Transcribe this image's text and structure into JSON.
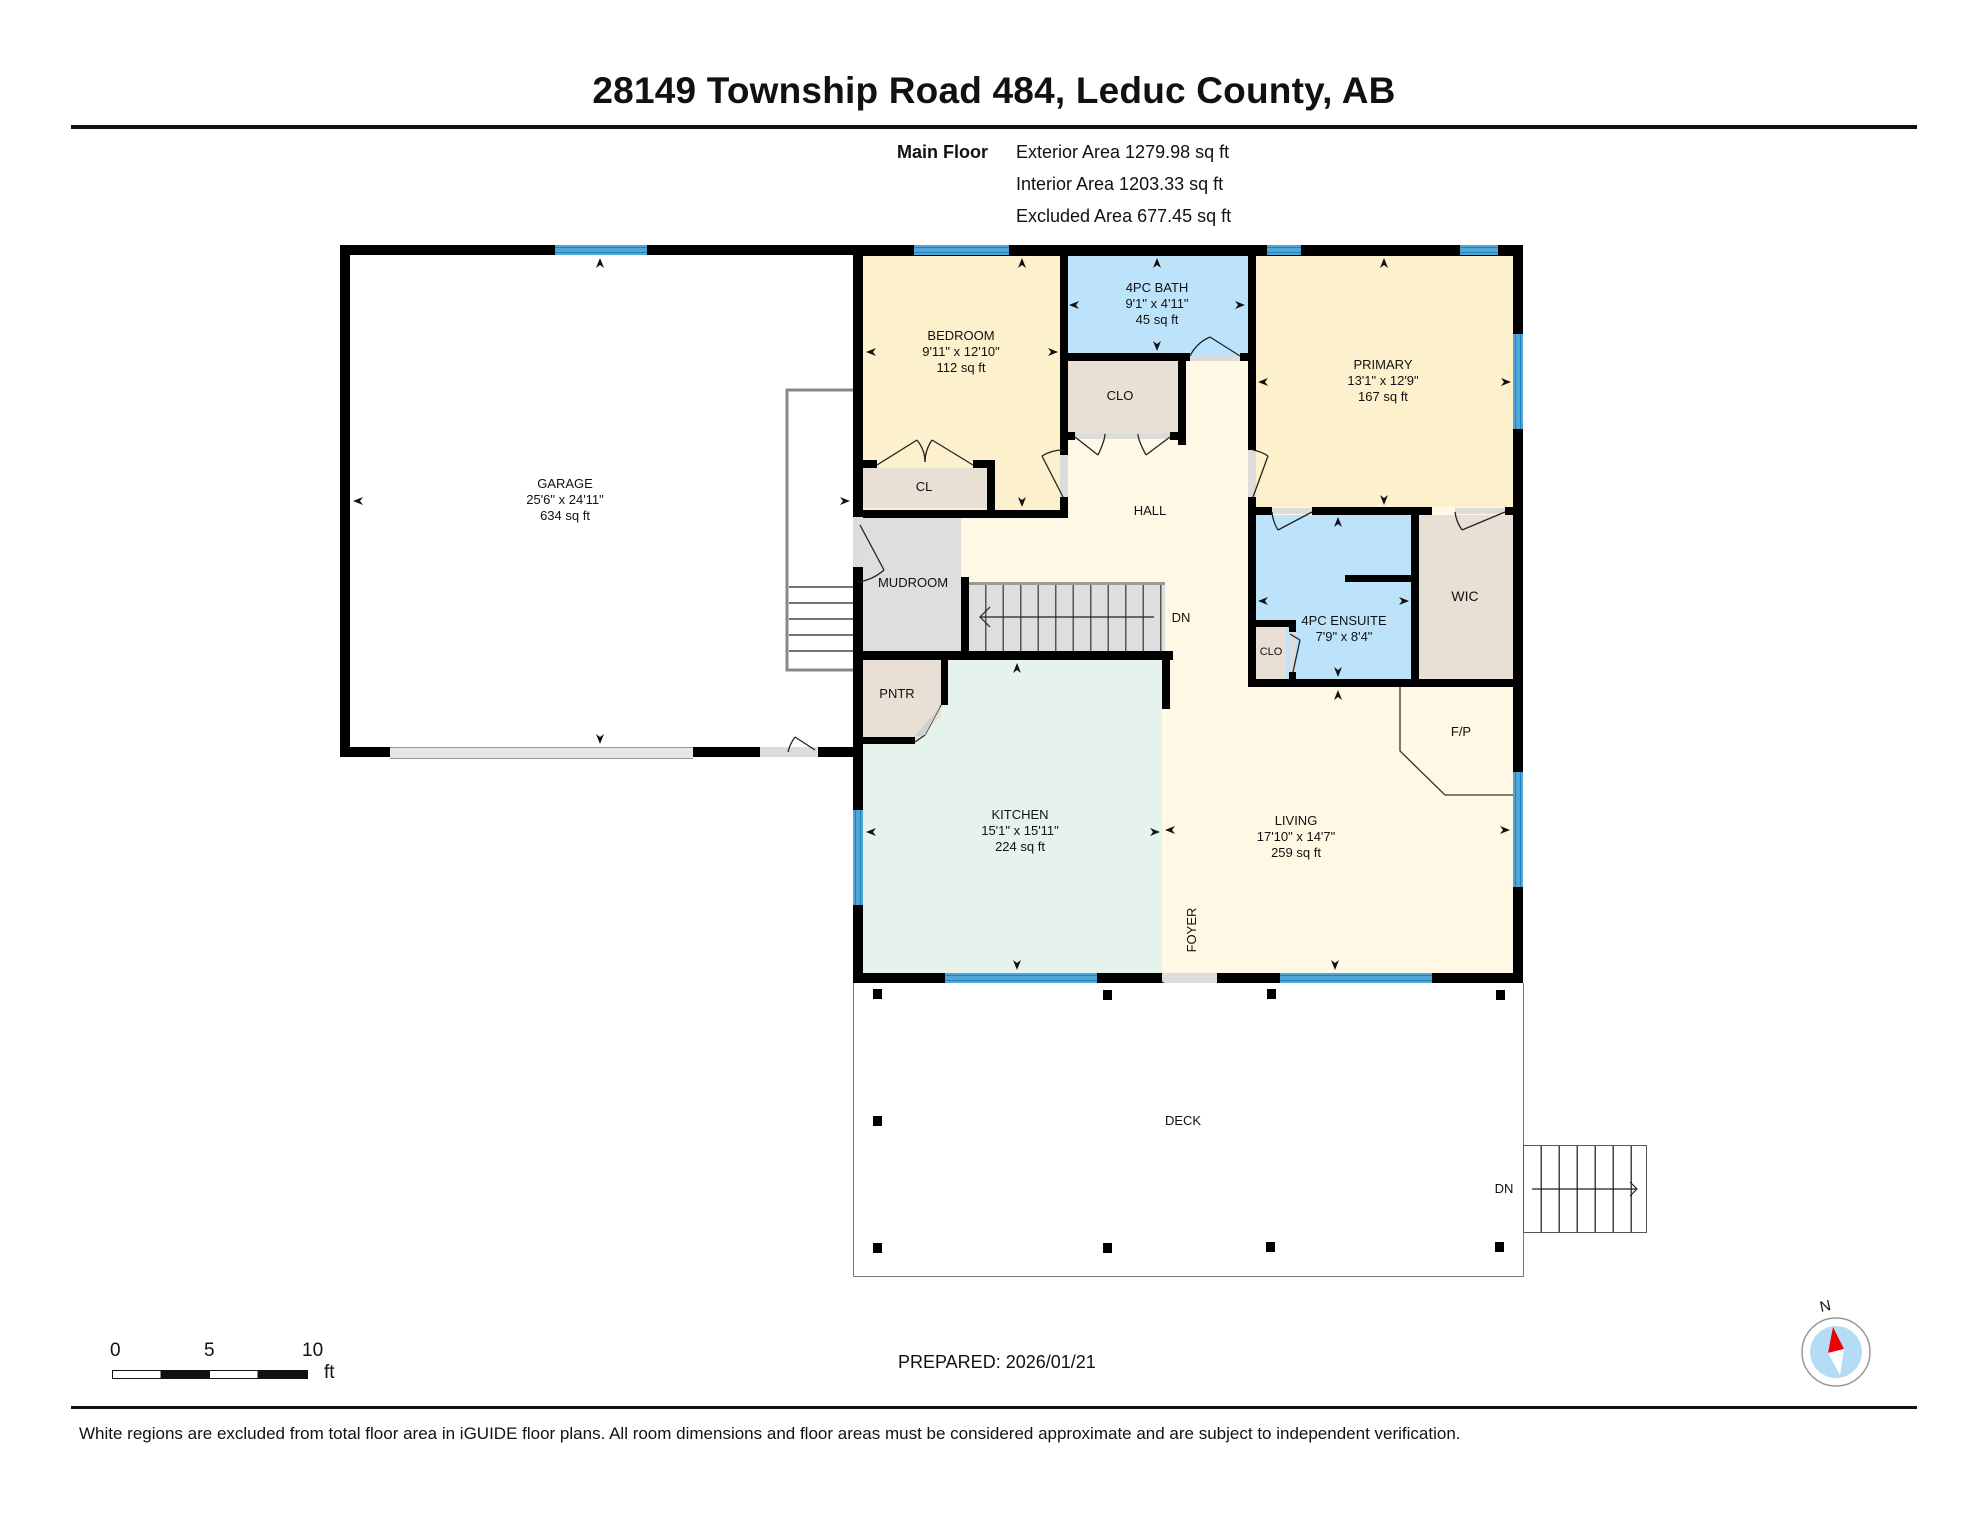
{
  "header": {
    "title": "28149 Township Road 484, Leduc County, AB"
  },
  "floor_summary": {
    "floor_name": "Main Floor",
    "exterior_area": "Exterior Area 1279.98 sq ft",
    "interior_area": "Interior Area 1203.33 sq ft",
    "excluded_area": "Excluded Area 677.45 sq ft"
  },
  "rooms": {
    "garage": {
      "name": "GARAGE",
      "dims": "25'6\" x 24'11\"",
      "area": "634 sq ft",
      "color": "#ffffff"
    },
    "bedroom": {
      "name": "BEDROOM",
      "dims": "9'11\" x 12'10\"",
      "area": "112 sq ft",
      "color": "#fdf0cd"
    },
    "bath": {
      "name": "4PC BATH",
      "dims": "9'1\" x 4'11\"",
      "area": "45 sq ft",
      "color": "#bde3fb"
    },
    "primary": {
      "name": "PRIMARY",
      "dims": "13'1\" x 12'9\"",
      "area": "167 sq ft",
      "color": "#fdf0cd"
    },
    "clo_hall": {
      "name": "CLO",
      "color": "#e8e0d4"
    },
    "cl_bedroom": {
      "name": "CL",
      "color": "#e8e0d4"
    },
    "hall": {
      "name": "HALL",
      "color": "#fef8e4"
    },
    "mudroom": {
      "name": "MUDROOM",
      "color": "#dedede"
    },
    "stairs": {
      "name": "DN"
    },
    "ensuite": {
      "name": "4PC ENSUITE",
      "dims": "7'9\" x 8'4\"",
      "color": "#bde3fb"
    },
    "clo_ensuite": {
      "name": "CLO",
      "color": "#e8e0d4"
    },
    "wic": {
      "name": "WIC",
      "color": "#e8e0d4"
    },
    "pantry": {
      "name": "PNTR",
      "color": "#e8e0d4"
    },
    "fireplace": {
      "name": "F/P"
    },
    "kitchen": {
      "name": "KITCHEN",
      "dims": "15'1\" x 15'11\"",
      "area": "224 sq ft",
      "color": "#e6f3ec"
    },
    "living": {
      "name": "LIVING",
      "dims": "17'10\" x 14'7\"",
      "area": "259 sq ft",
      "color": "#fef8e4"
    },
    "foyer": {
      "name": "FOYER"
    },
    "deck": {
      "name": "DECK"
    },
    "deck_stairs": {
      "name": "DN"
    }
  },
  "scale_bar": {
    "ticks": [
      "0",
      "5",
      "10"
    ],
    "unit": "ft"
  },
  "compass": {
    "label": "N",
    "icon": "compass-north-icon",
    "needle_color": "#ee0000",
    "dial_color": "#b4dcf5"
  },
  "prepared": "PREPARED: 2026/01/21",
  "footer": {
    "disclaimer": "White regions are excluded from total floor area in iGUIDE floor plans. All room dimensions and floor areas must be considered approximate and are subject to independent verification."
  },
  "colors": {
    "wall": "#000000",
    "window": "#4fa7d8",
    "door_threshold": "#dcdcdc"
  }
}
